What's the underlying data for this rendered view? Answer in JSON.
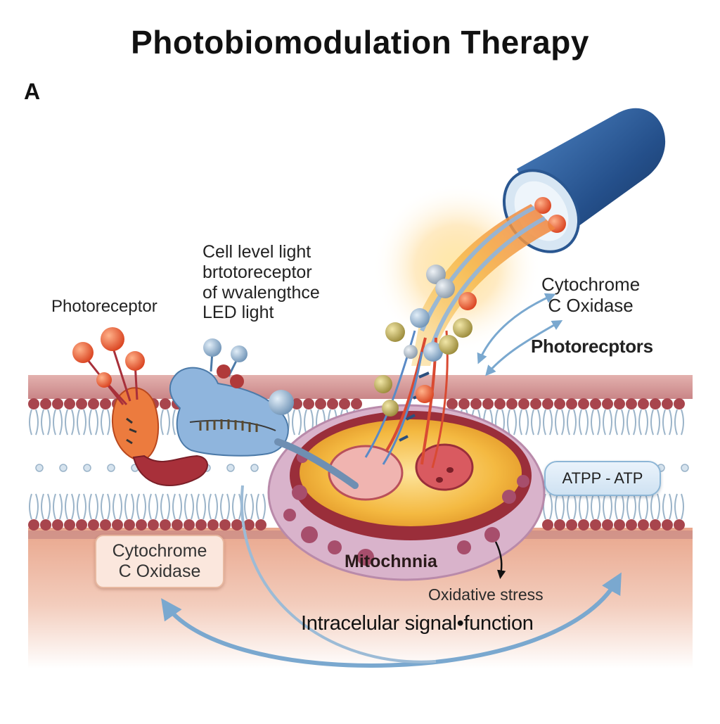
{
  "title": "Photobiomodulation Therapy",
  "panel_label": "A",
  "labels": {
    "photoreceptor_left": "Photoreceptor",
    "cell_level": [
      "Cell level light",
      "brtotoreceptor",
      "of wvalengthce",
      "LED light"
    ],
    "cytochrome_top": [
      "Cytochrome",
      "C Oxidase"
    ],
    "photoreceptors_right": "Photorecptors",
    "atp": "ATPP - ATP",
    "cytochrome_box": [
      "Cytochrome",
      "C Oxidase"
    ],
    "mitochondria": "Mitochnnia",
    "oxidative_stress": "Oxidative stress",
    "intracellular": "Intracelular signal•function"
  },
  "colors": {
    "membrane_head": "#a8454d",
    "membrane_band": "#c98a8a",
    "tail_blue": "#9bb4c9",
    "tissue": "#e7a98f",
    "probe": "#2f5f9a",
    "beam": "#f2a03a",
    "arrow": "#7aa8cf",
    "mito_outer": "#d9b8d0",
    "mito_inner": "#f5c452"
  }
}
